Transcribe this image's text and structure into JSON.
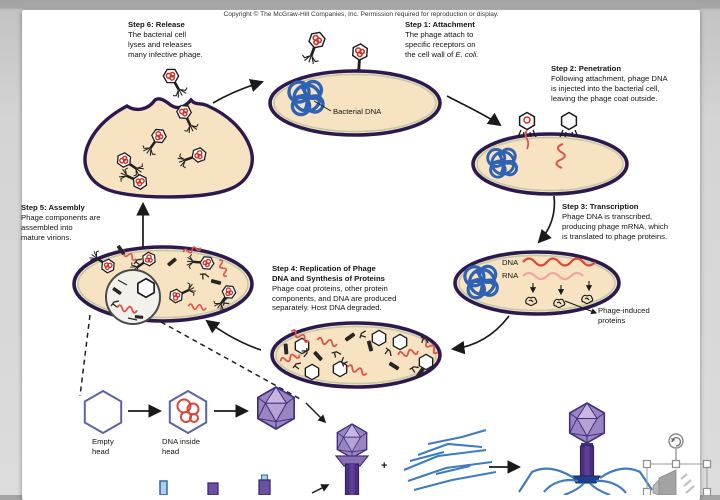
{
  "page": {
    "copyright": "Copyright © The McGraw-Hill Companies, Inc. Permission required for reproduction or display."
  },
  "steps": {
    "s1": {
      "title": "Step 1: Attachment",
      "body": "The phage attach to\nspecific receptors on\nthe cell wall of ",
      "body_italic": "E. coli."
    },
    "s2": {
      "title": "Step 2: Penetration",
      "body": "Following attachment, phage DNA\nis injected into the bacterial cell,\nleaving the phage coat outside."
    },
    "s3": {
      "title": "Step 3: Transcription",
      "body": "Phage DNA is transcribed,\nproducing phage mRNA, which\nis translated to phage proteins."
    },
    "s4": {
      "title": "Step 4: Replication of Phage\nDNA and Synthesis of Proteins",
      "body": "Phage coat proteins, other protein\ncomponents, and DNA are produced\nseparately. Host DNA degraded."
    },
    "s5": {
      "title": "Step 5: Assembly",
      "body": "Phage components are\nassembled into\nmature virions."
    },
    "s6": {
      "title": "Step 6: Release",
      "body": "The bacterial cell\nlyses and releases\nmany infective phage."
    }
  },
  "labels": {
    "bacterial_dna": "Bacterial DNA",
    "dna": "DNA",
    "rna": "RNA",
    "phage_induced_proteins": "Phage-induced\nproteins",
    "empty_head": "Empty\nhead",
    "dna_inside_head": "DNA inside\nhead",
    "plus": "+"
  },
  "colors": {
    "cell_fill": "#f7e3c1",
    "cell_border": "#2c1950",
    "cell_inner_sheen": "#a8bf9f",
    "phage_dna_red": "#d23228",
    "squiggle_red": "#e0524a",
    "rna_pink": "#f2a5a0",
    "bacterial_dna_blue": "#2e62b5",
    "capsid_purple": "#9b84c2",
    "tail_purple": "#4b2f80",
    "fiber_blue": "#3d7cc0",
    "ink_black": "#1a1a1a"
  }
}
